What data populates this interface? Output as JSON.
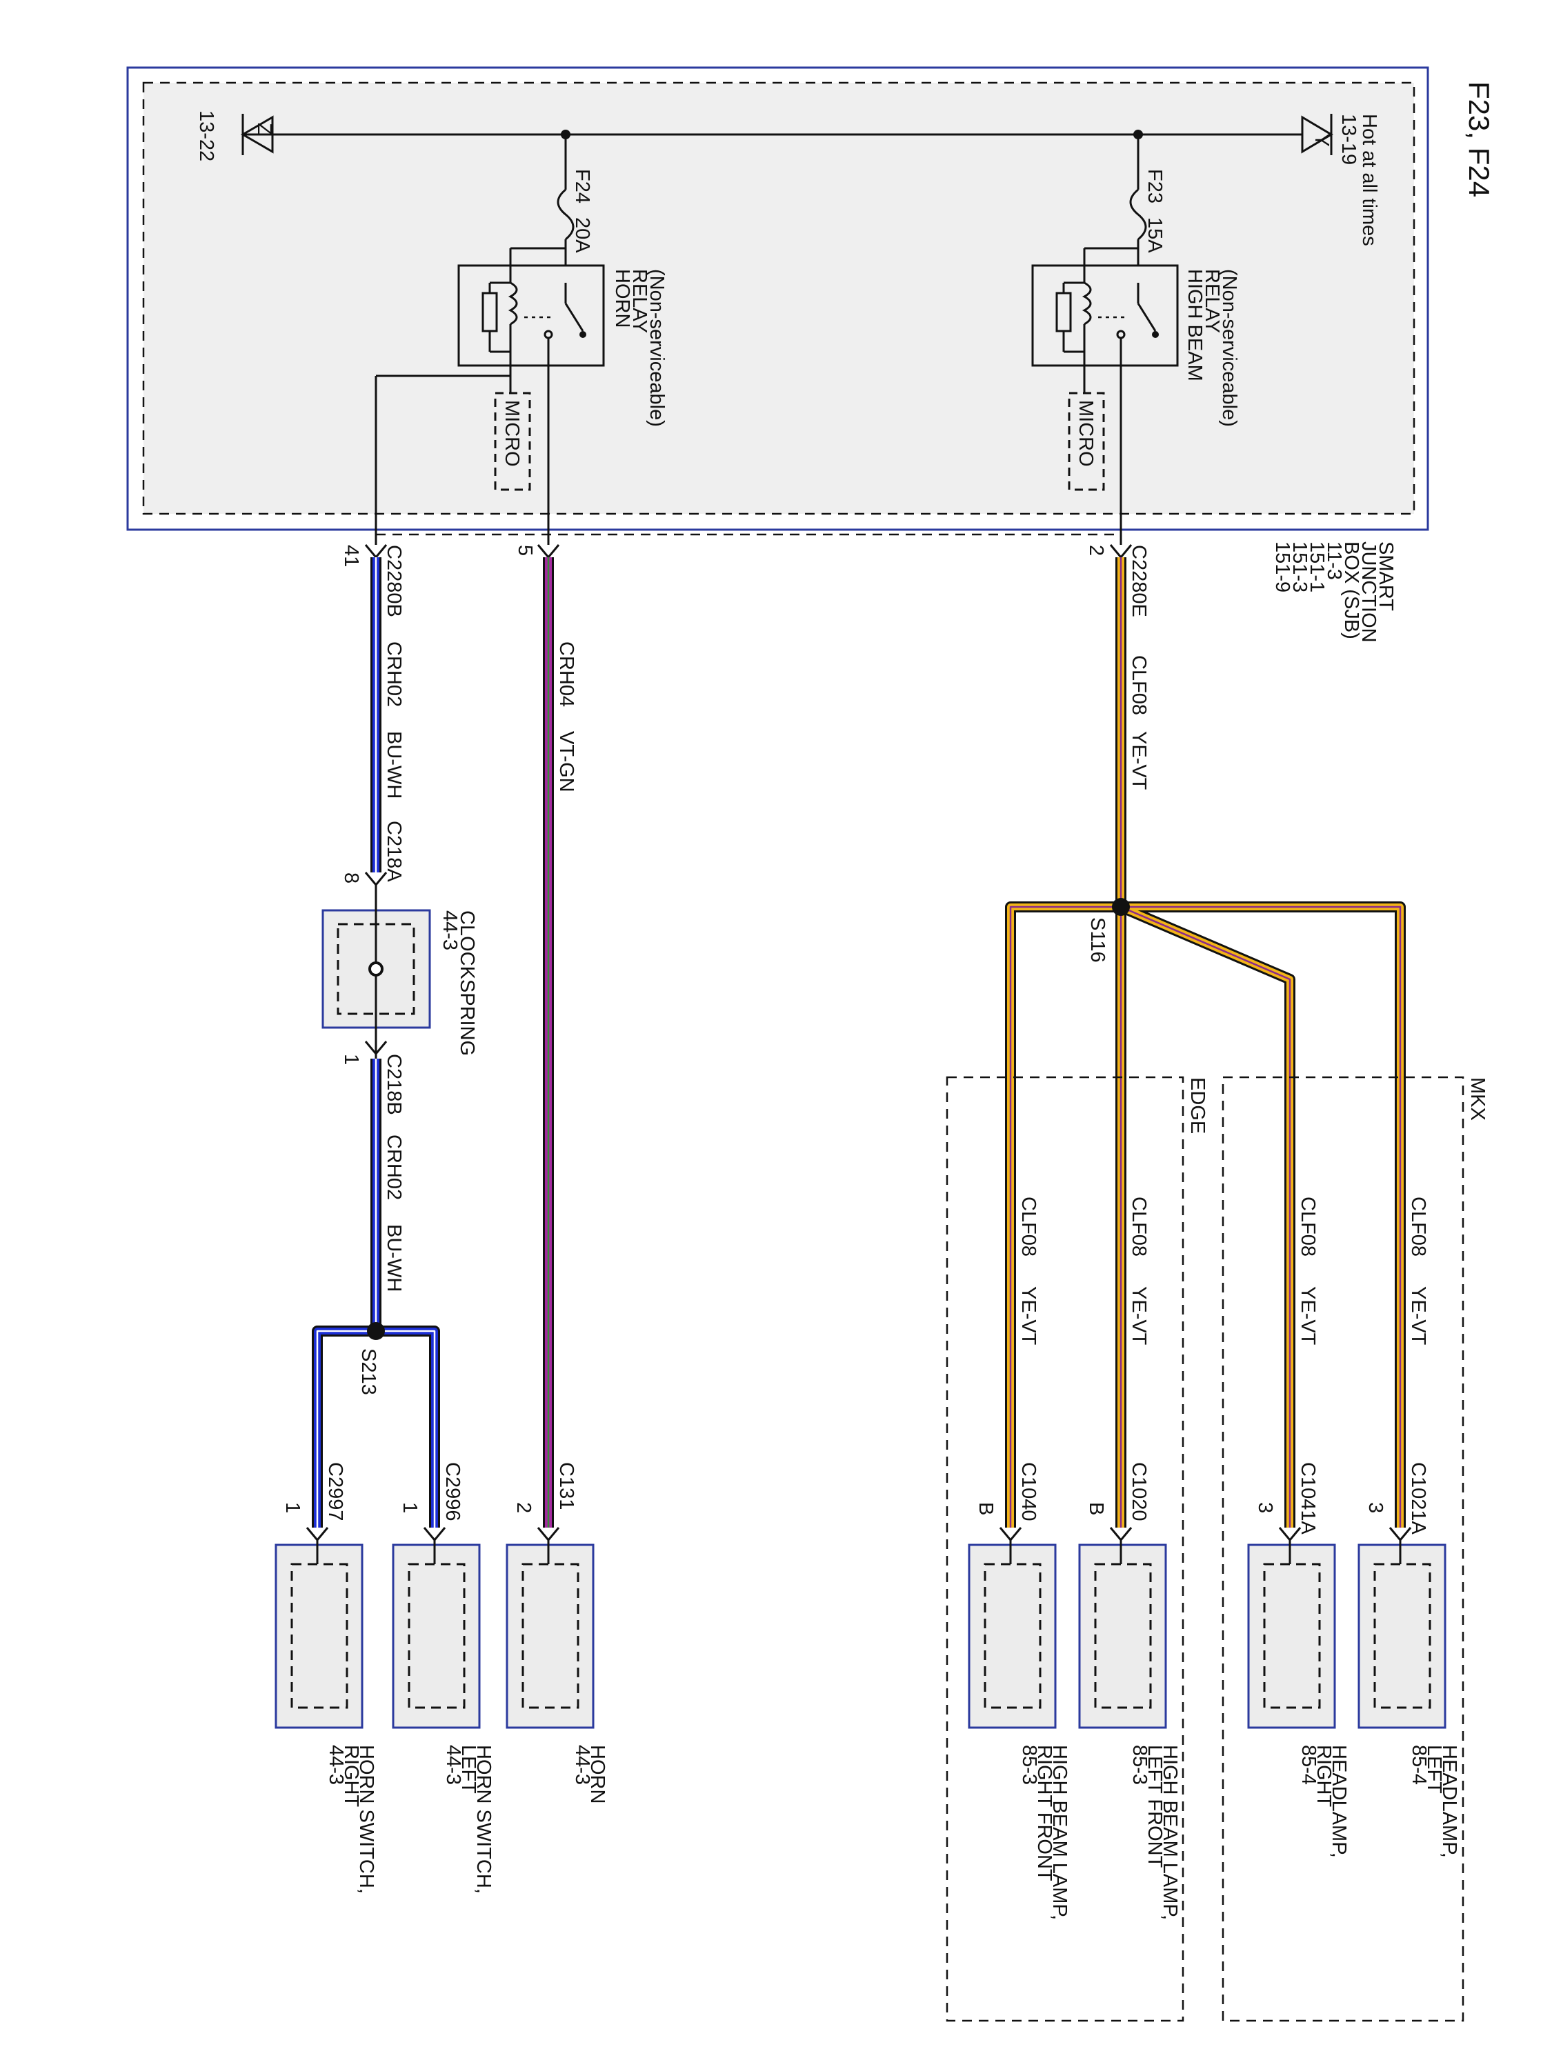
{
  "title": "F23, F24",
  "sources": {
    "left": {
      "letter": "Z",
      "ref": "13-22"
    },
    "right": {
      "letter": "Y",
      "ref": "13-19",
      "note": "Hot at all times"
    }
  },
  "fuses": {
    "f24": {
      "name": "F24",
      "rating": "20A"
    },
    "f23": {
      "name": "F23",
      "rating": "15A"
    }
  },
  "relays": {
    "horn": {
      "line1": "HORN",
      "line2": "RELAY",
      "line3": "(Non-serviceable)",
      "micro": "MICRO"
    },
    "high_beam": {
      "line1": "HIGH BEAM",
      "line2": "RELAY",
      "line3": "(Non-serviceable)",
      "micro": "MICRO"
    }
  },
  "sjb": {
    "line1": "SMART",
    "line2": "JUNCTION",
    "line3": "BOX (SJB)",
    "line4": "11-3",
    "line5": "151-1",
    "line6": "151-3",
    "line7": "151-9"
  },
  "c2280b": {
    "connector": "C2280B",
    "pin": "41"
  },
  "c2280e": {
    "connector": "C2280E",
    "pin": "2"
  },
  "horn_relay_pin": "5",
  "wires": {
    "crh02": {
      "circuit": "CRH02",
      "color": "BU-WH",
      "hex": "#1c2fd6"
    },
    "crh04": {
      "circuit": "CRH04",
      "color": "VT-GN",
      "hex": "#a52aa0"
    },
    "clf08": {
      "circuit": "CLF08",
      "color": "YE-VT",
      "hex": "#f2b418"
    }
  },
  "c218a": {
    "connector": "C218A",
    "pin": "8"
  },
  "c218b": {
    "connector": "C218B",
    "pin": "1"
  },
  "clockspring": {
    "name": "CLOCKSPRING",
    "ref": "44-3"
  },
  "s213": "S213",
  "s116": "S116",
  "groups": {
    "mkx": "MKX",
    "edge": "EDGE"
  },
  "components": [
    {
      "connector": "C1021A",
      "pin": "3",
      "line1": "HEADLAMP,",
      "line2": "LEFT",
      "line3": "85-4"
    },
    {
      "connector": "C1041A",
      "pin": "3",
      "line1": "HEADLAMP,",
      "line2": "RIGHT",
      "line3": "85-4"
    },
    {
      "connector": "C1020",
      "pin": "B",
      "line1": "HIGH BEAM LAMP,",
      "line2": "LEFT FRONT",
      "line3": "85-3"
    },
    {
      "connector": "C1040",
      "pin": "B",
      "line1": "HIGH BEAM LAMP,",
      "line2": "RIGHT FRONT",
      "line3": "85-3"
    },
    {
      "connector": "C131",
      "pin": "2",
      "line1": "HORN",
      "line2": "44-3",
      "line3": ""
    },
    {
      "connector": "C2996",
      "pin": "1",
      "line1": "HORN SWITCH,",
      "line2": "LEFT",
      "line3": "44-3"
    },
    {
      "connector": "C2997",
      "pin": "1",
      "line1": "HORN SWITCH,",
      "line2": "RIGHT",
      "line3": "44-3"
    }
  ]
}
